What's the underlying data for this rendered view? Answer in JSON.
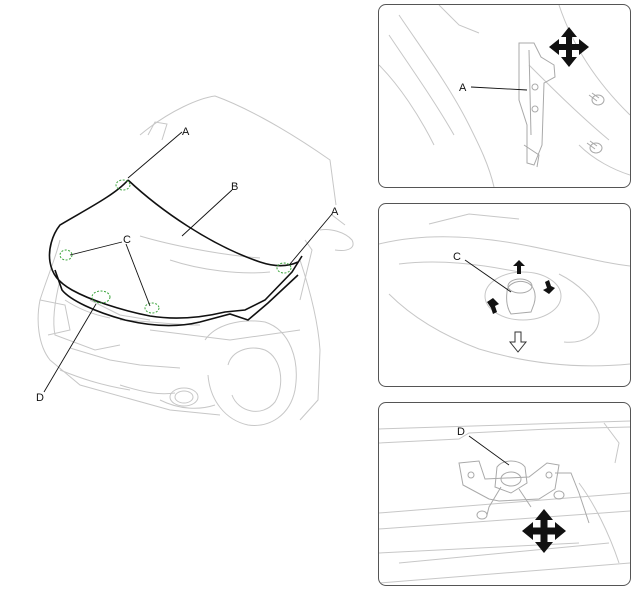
{
  "main_view": {
    "callouts": {
      "a_left": "A",
      "a_right": "A",
      "b": "B",
      "c": "C",
      "d": "D"
    }
  },
  "detail_hinge": {
    "callout": "A"
  },
  "detail_bumper": {
    "callout": "C"
  },
  "detail_latch": {
    "callout": "D"
  },
  "colors": {
    "outline": "#111111",
    "ghost_lines": "#c7c7c7",
    "mark": "#3aa43a"
  },
  "icons": [
    "four-way-arrow-icon",
    "rotate-arrow-icon",
    "down-arrow-icon"
  ]
}
